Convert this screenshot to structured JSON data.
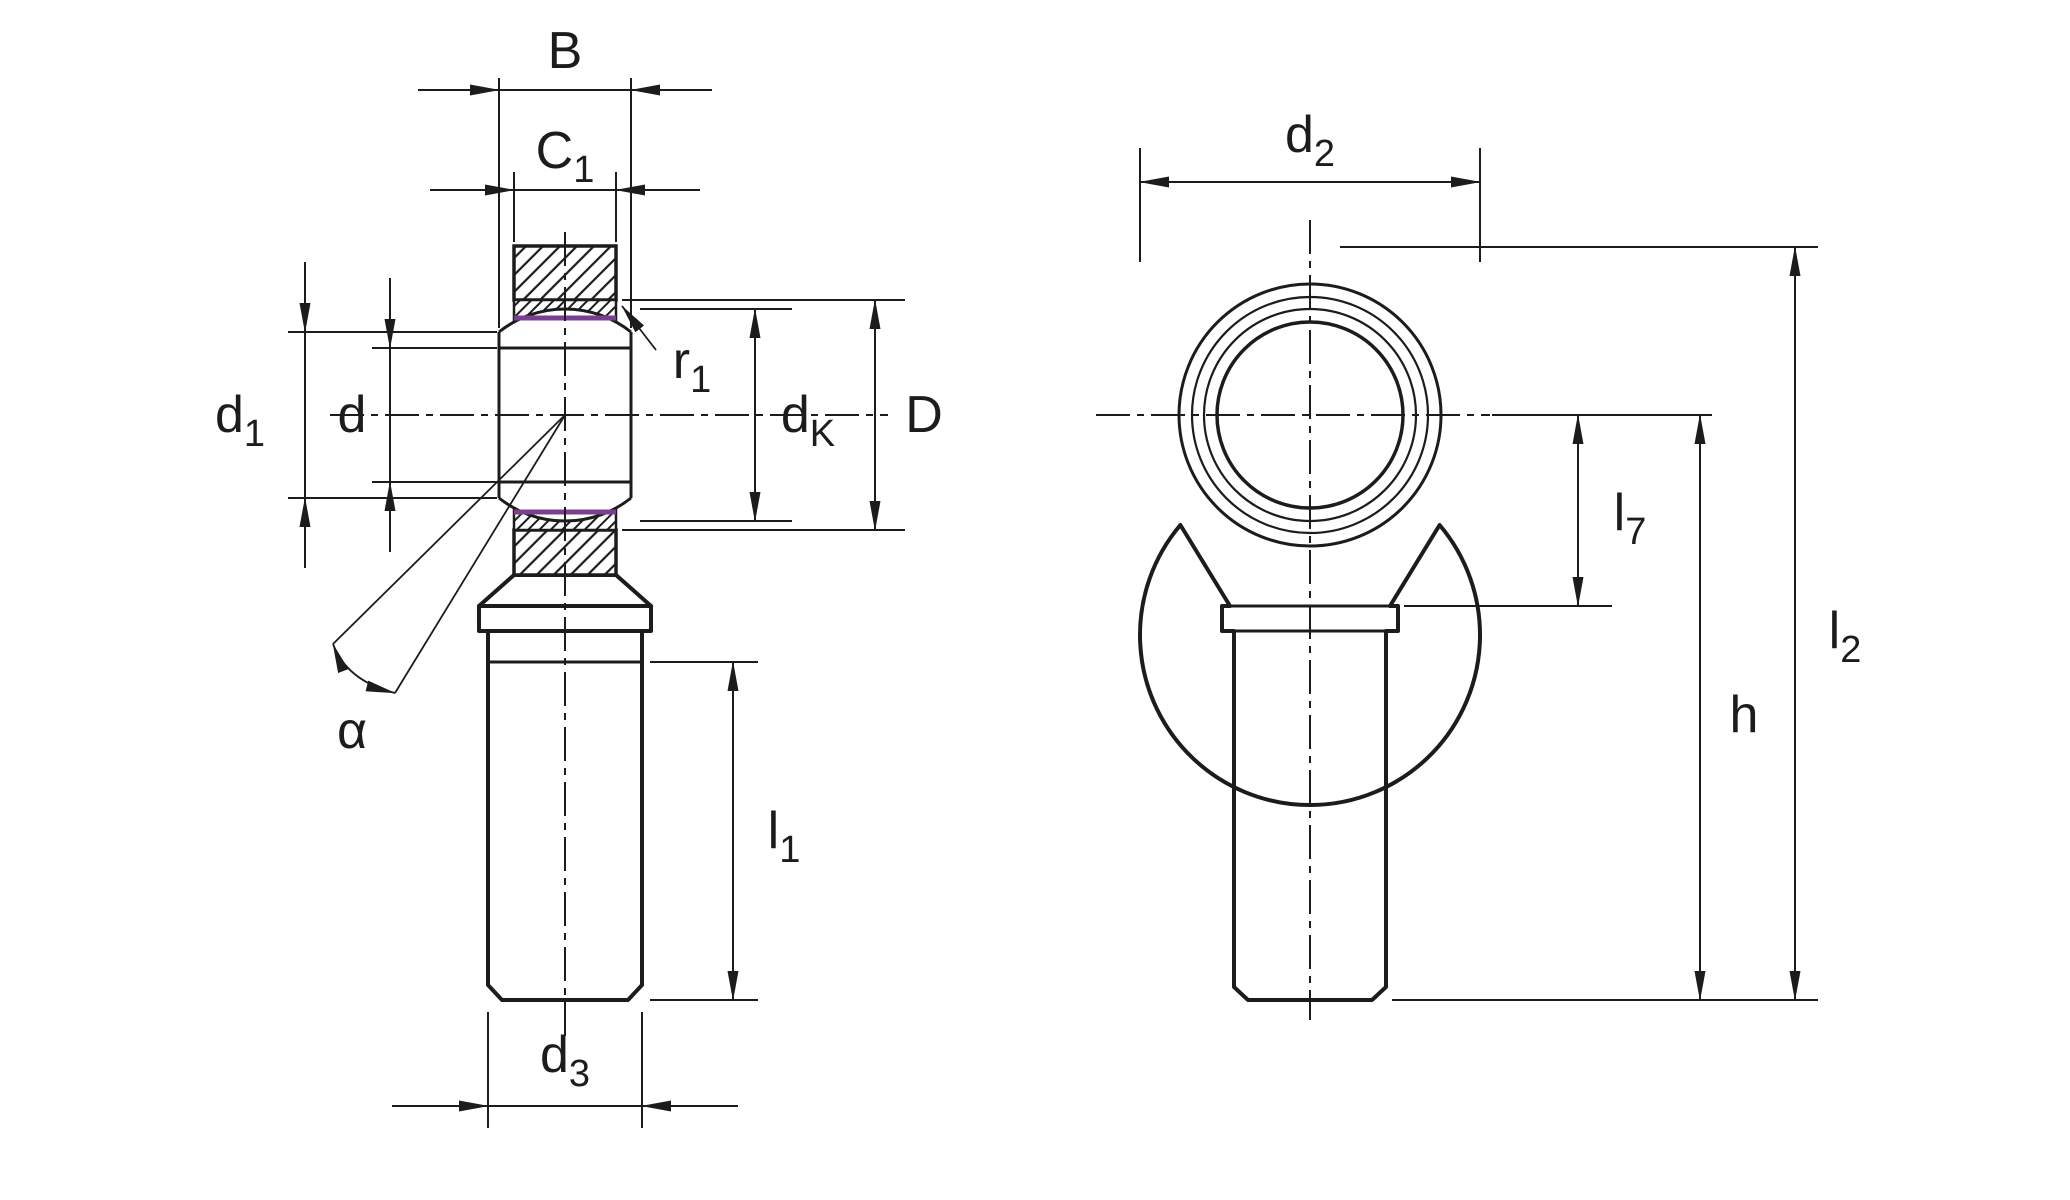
{
  "figure": {
    "type": "technical-dimension-drawing",
    "subject": "Rod end bearing with male threaded shank, two orthographic views with dimension callouts",
    "background": "#ffffff",
    "colors": {
      "line": "#1c1c1c",
      "seal": "#7b3f8f"
    },
    "labels": {
      "B": {
        "base": "B",
        "sub": ""
      },
      "C1": {
        "base": "C",
        "sub": "1"
      },
      "r1": {
        "base": "r",
        "sub": "1"
      },
      "d1": {
        "base": "d",
        "sub": "1"
      },
      "d": {
        "base": "d",
        "sub": ""
      },
      "dK": {
        "base": "d",
        "sub": "K"
      },
      "D": {
        "base": "D",
        "sub": ""
      },
      "alpha": {
        "base": "α",
        "sub": ""
      },
      "l1": {
        "base": "l",
        "sub": "1"
      },
      "d3": {
        "base": "d",
        "sub": "3"
      },
      "d2": {
        "base": "d",
        "sub": "2"
      },
      "l7": {
        "base": "l",
        "sub": "7"
      },
      "h": {
        "base": "h",
        "sub": ""
      },
      "l2": {
        "base": "l",
        "sub": "2"
      }
    },
    "views": {
      "left": {
        "name": "side-section-view",
        "dimension_ids": [
          "B",
          "C1",
          "r1",
          "d1",
          "d",
          "dK",
          "D",
          "alpha",
          "l1",
          "d3"
        ]
      },
      "right": {
        "name": "front-view",
        "dimension_ids": [
          "d2",
          "l7",
          "h",
          "l2"
        ]
      }
    }
  }
}
